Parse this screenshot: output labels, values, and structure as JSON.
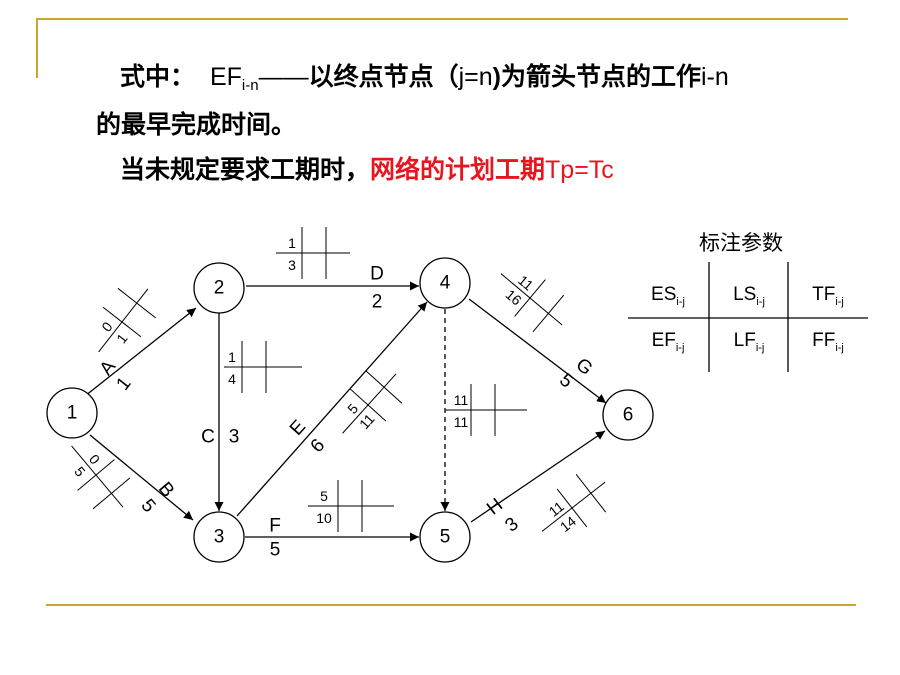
{
  "slide": {
    "line1": {
      "prefix": "式中：",
      "ef": "EF",
      "ef_sub": "i-n",
      "dash": "——",
      "bold_mid": "以终点节点（",
      "jn": "j=n",
      "bold_end": ")为箭头节点的工作",
      "tail": "i-n"
    },
    "line2": "的最早完成时间。",
    "line3": {
      "bold": "当未规定要求工期时，",
      "red": "网络的计划工期",
      "formula": "Tp=Tc"
    }
  },
  "legend": {
    "title": "标注参数",
    "sub": "i-j",
    "cells": [
      [
        "ES",
        "LS",
        "TF"
      ],
      [
        "EF",
        "LF",
        "FF"
      ]
    ]
  },
  "network": {
    "nodes": [
      "1",
      "2",
      "3",
      "4",
      "5",
      "6"
    ],
    "activities": [
      {
        "name": "A",
        "duration": "1",
        "es": "0",
        "ef": "1"
      },
      {
        "name": "B",
        "duration": "5",
        "es": "0",
        "ef": "5"
      },
      {
        "name": "C",
        "duration": "3",
        "es": "1",
        "ef": "4"
      },
      {
        "name": "D",
        "duration": "2",
        "es": "1",
        "ef": "3"
      },
      {
        "name": "E",
        "duration": "6",
        "es": "5",
        "ef": "11"
      },
      {
        "name": "F",
        "duration": "5",
        "es": "5",
        "ef": "10"
      },
      {
        "name": "G",
        "duration": "5",
        "es": "11",
        "ef": "16"
      },
      {
        "name": "H",
        "duration": "3",
        "es": "11",
        "ef": "14"
      },
      {
        "name": "",
        "duration": "",
        "es": "11",
        "ef": "11"
      }
    ]
  }
}
